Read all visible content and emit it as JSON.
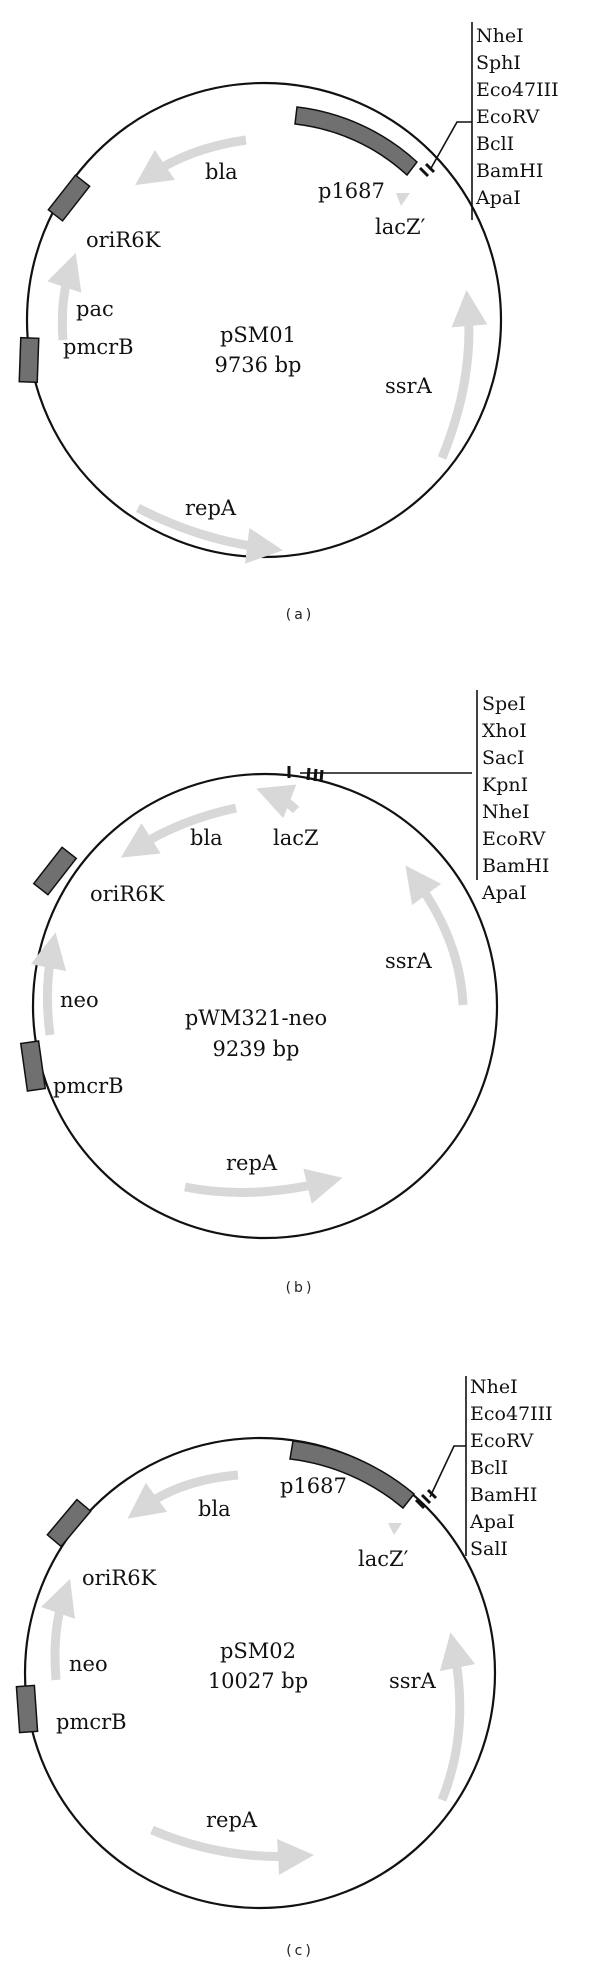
{
  "panels": [
    {
      "caption": "(a)",
      "name": "pSM01",
      "size": "9736 bp",
      "genes": [
        "bla",
        "oriR6K",
        "pac",
        "pmcrB",
        "repA",
        "ssrA",
        "p1687",
        "lacZ′"
      ],
      "sites": [
        "NheI",
        "SphI",
        "Eco47III",
        "EcoRV",
        "BclI",
        "BamHI",
        "ApaI"
      ]
    },
    {
      "caption": "(b)",
      "name": "pWM321-neo",
      "size": "9239 bp",
      "genes": [
        "bla",
        "lacZ",
        "oriR6K",
        "neo",
        "pmcrB",
        "repA",
        "ssrA"
      ],
      "sites": [
        "SpeI",
        "XhoI",
        "SacI",
        "KpnI",
        "NheI",
        "EcoRV",
        "BamHI",
        "ApaI"
      ]
    },
    {
      "caption": "(c)",
      "name": "pSM02",
      "size": "10027 bp",
      "genes": [
        "bla",
        "p1687",
        "oriR6K",
        "lacZ′",
        "neo",
        "pmcrB",
        "ssrA",
        "repA"
      ],
      "sites": [
        "NheI",
        "Eco47III",
        "EcoRV",
        "BclI",
        "BamHI",
        "ApaI",
        "SalI"
      ]
    }
  ]
}
